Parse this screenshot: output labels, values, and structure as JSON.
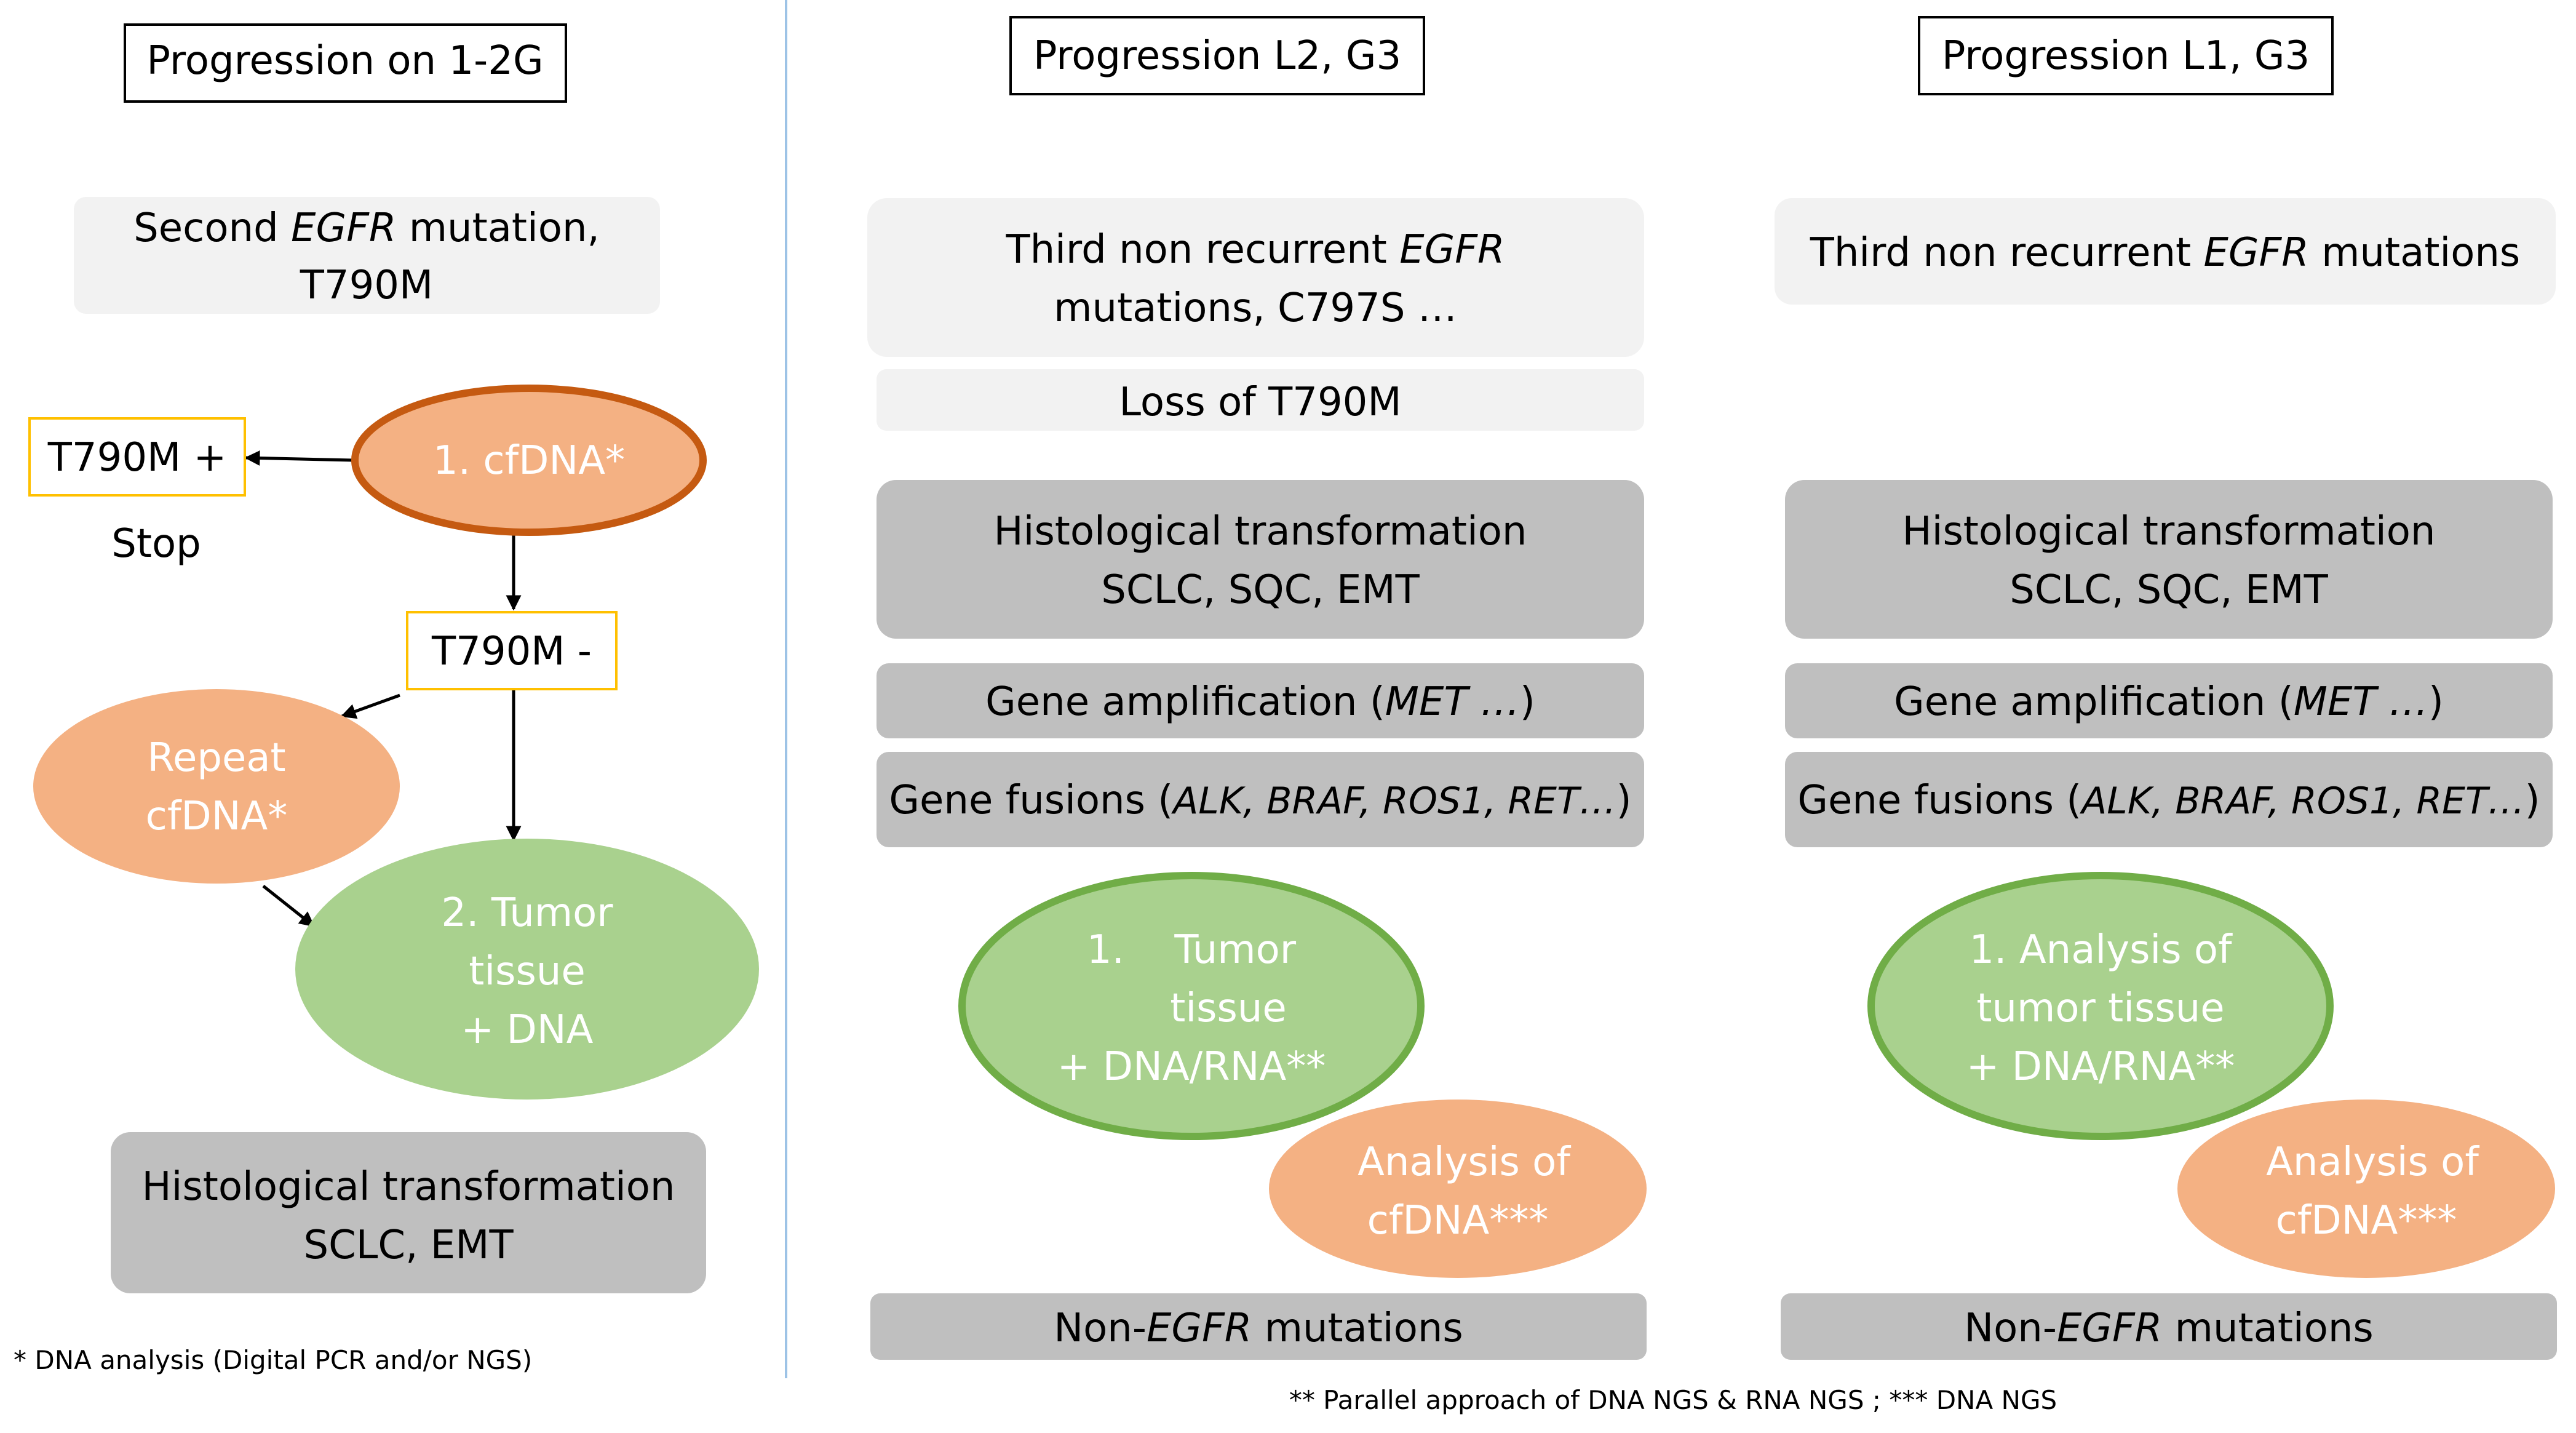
{
  "footnote_left": "* DNA analysis (Digital PCR and/or NGS)",
  "footnote_right": "** Parallel approach of DNA NGS & RNA NGS ; *** DNA NGS",
  "col1": {
    "header": "Progression on 1-2G",
    "mutation_line1_pre": "Second ",
    "mutation_line1_em": "EGFR",
    "mutation_line1_post": " mutation,",
    "mutation_line2": "T790M",
    "cfdna": "1. cfDNA*",
    "t790m_pos": "T790M +",
    "stop": "Stop",
    "t790m_neg": "T790M -",
    "repeat_line1": "Repeat",
    "repeat_line2": "cfDNA*",
    "tissue_line1": "2. Tumor",
    "tissue_line2": "tissue",
    "tissue_line3": "+ DNA",
    "histo_line1": "Histological transformation",
    "histo_line2": "SCLC, EMT"
  },
  "col2": {
    "header": "Progression L2, G3",
    "third_line1_pre": "Third non recurrent ",
    "third_line1_em": "EGFR",
    "third_line2": "mutations, C797S …",
    "loss": "Loss of T790M",
    "histo_line1": "Histological transformation",
    "histo_line2": "SCLC, SQC, EMT",
    "amp_pre": "Gene amplification (",
    "amp_em": "MET …",
    "amp_post": ")",
    "fus_pre": "Gene fusions (",
    "fus_em": "ALK, BRAF,  ROS1, RET…",
    "fus_post": ")",
    "tissue_line1": "1.    Tumor",
    "tissue_line2": "tissue",
    "tissue_line3": "+ DNA/RNA**",
    "cfdna_line1": "Analysis of",
    "cfdna_line2": "cfDNA***",
    "non_pre": "Non-",
    "non_em": "EGFR",
    "non_post": " mutations"
  },
  "col3": {
    "header": "Progression L1, G3",
    "third_pre": "Third non recurrent ",
    "third_em": "EGFR",
    "third_post": " mutations",
    "histo_line1": "Histological transformation",
    "histo_line2": "SCLC, SQC, EMT",
    "amp_pre": "Gene amplification (",
    "amp_em": "MET …",
    "amp_post": ")",
    "fus_pre": "Gene fusions (",
    "fus_em": "ALK, BRAF,  ROS1, RET…",
    "fus_post": ")",
    "tissue_line1": "1. Analysis of",
    "tissue_line2": "tumor tissue",
    "tissue_line3": "+ DNA/RNA**",
    "cfdna_line1": "Analysis of",
    "cfdna_line2": "cfDNA***",
    "non_pre": "Non-",
    "non_em": "EGFR",
    "non_post": " mutations"
  },
  "colors": {
    "orange_fill": "#f4b183",
    "orange_stroke": "#c55a11",
    "green_fill": "#a9d18e",
    "green_stroke": "#70ad47",
    "gray_dark": "#bfbfbf",
    "gray_light": "#f2f2f2",
    "yellow_border": "#ffc000",
    "divider": "#9dc3e6"
  }
}
